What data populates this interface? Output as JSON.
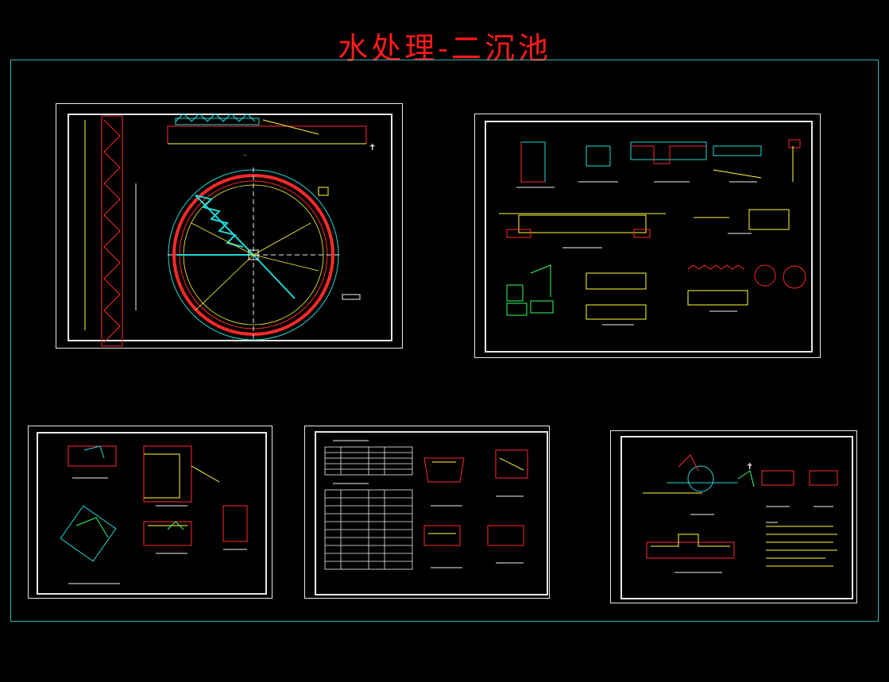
{
  "title": "水处理-二沉池",
  "colors": {
    "background": "#000000",
    "title": "#ff1a1a",
    "frame": "#2fb3b3",
    "sheet_border": "#e8e8e8",
    "cad_red": "#ff2a2a",
    "cad_cyan": "#22d7d7",
    "cad_yellow": "#ffff33",
    "cad_green": "#33ff66",
    "cad_white": "#f0f0f0",
    "cad_blue": "#3366ff"
  },
  "sheets": [
    {
      "id": "plan-and-section",
      "content": "circular-clarifier-plan-with-section"
    },
    {
      "id": "details-1",
      "content": "detail-drawings"
    },
    {
      "id": "details-2",
      "content": "detail-drawings"
    },
    {
      "id": "schedule-and-details",
      "content": "material-tables-with-details"
    },
    {
      "id": "details-3",
      "content": "detail-drawings-with-notes"
    }
  ]
}
